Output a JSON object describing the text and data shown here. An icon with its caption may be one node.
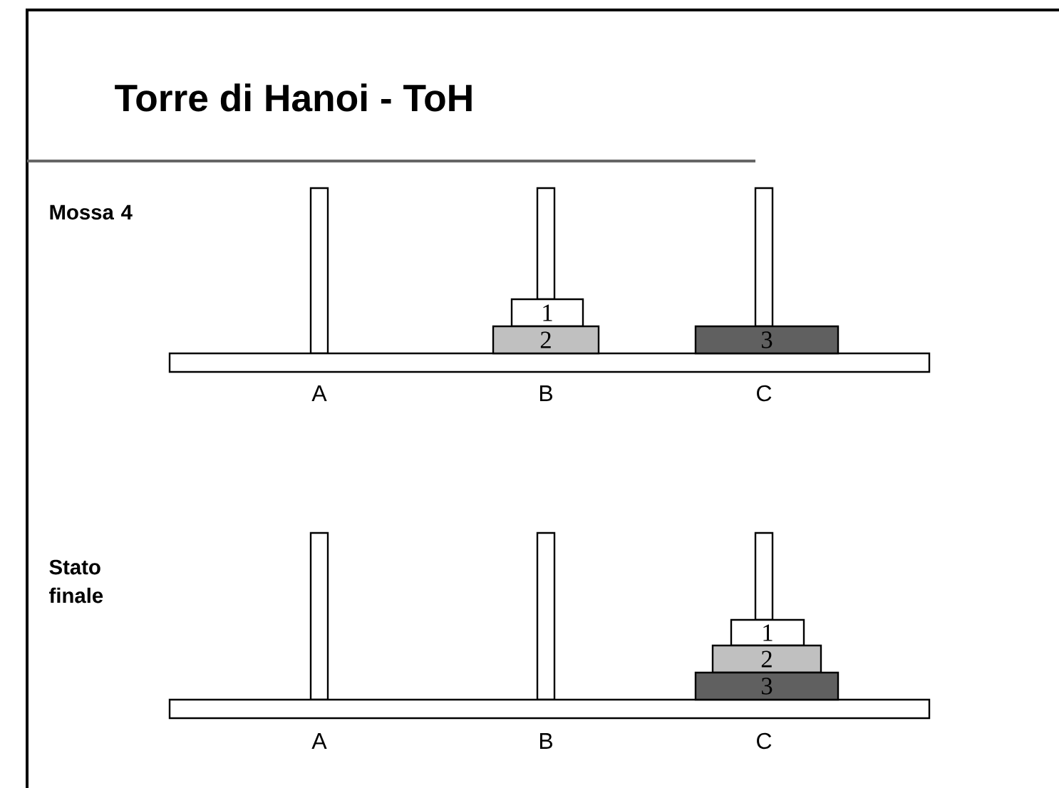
{
  "diagram": {
    "title": "Torre di Hanoi - ToH",
    "nodes": [
      {
        "text": [
          "1"
        ]
      },
      {
        "text": [
          "2"
        ]
      },
      {
        "text": [
          "3"
        ]
      },
      {
        "text": [
          "1"
        ]
      },
      {
        "text": [
          "2"
        ]
      },
      {
        "text": [
          "3"
        ]
      }
    ],
    "labels": [
      "Mossa 4",
      "A",
      "B",
      "C",
      "Stato finale",
      "A",
      "B",
      "C"
    ]
  }
}
